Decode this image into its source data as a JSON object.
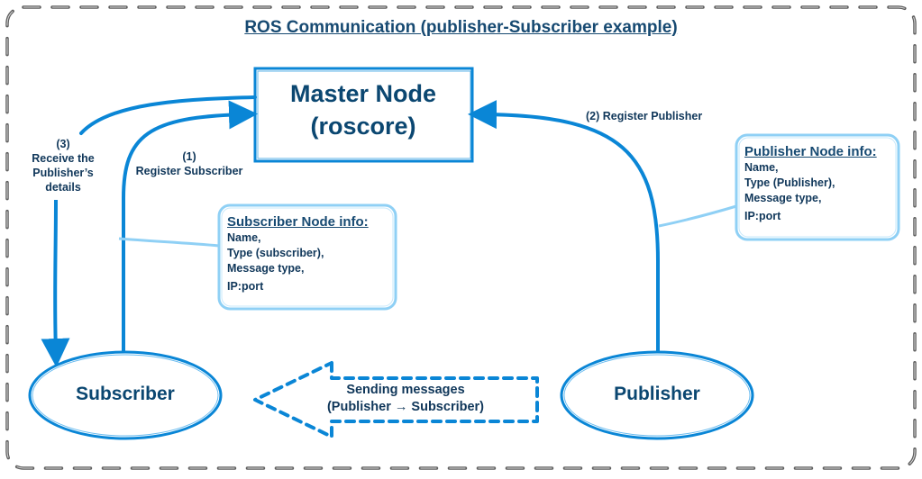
{
  "title": "ROS Communication (publisher-Subscriber example)",
  "master": {
    "line1": "Master Node",
    "line2": "(roscore)"
  },
  "steps": {
    "step1": {
      "number": "(1)",
      "label": "Register Subscriber"
    },
    "step2": {
      "label": "(2) Register Publisher"
    },
    "step3": {
      "number": "(3)",
      "line1": "Receive the",
      "line2": "Publisher’s",
      "line3": "details"
    }
  },
  "subscriber_info": {
    "heading": "Subscriber Node info:",
    "lines": [
      "Name,",
      "Type (subscriber),",
      "Message type,",
      "IP:port"
    ]
  },
  "publisher_info": {
    "heading": "Publisher Node info:",
    "lines": [
      "Name,",
      "Type (Publisher),",
      "Message type,",
      "IP:port"
    ]
  },
  "nodes": {
    "subscriber": "Subscriber",
    "publisher": "Publisher"
  },
  "messages": {
    "line1": "Sending messages",
    "line2": "(Publisher → Subscriber)"
  },
  "colors": {
    "primary_blue": "#0a86d6",
    "light_blue": "#8fd0f5",
    "text_navy": "#0b4771",
    "border_gray": "#6b6b6b"
  }
}
